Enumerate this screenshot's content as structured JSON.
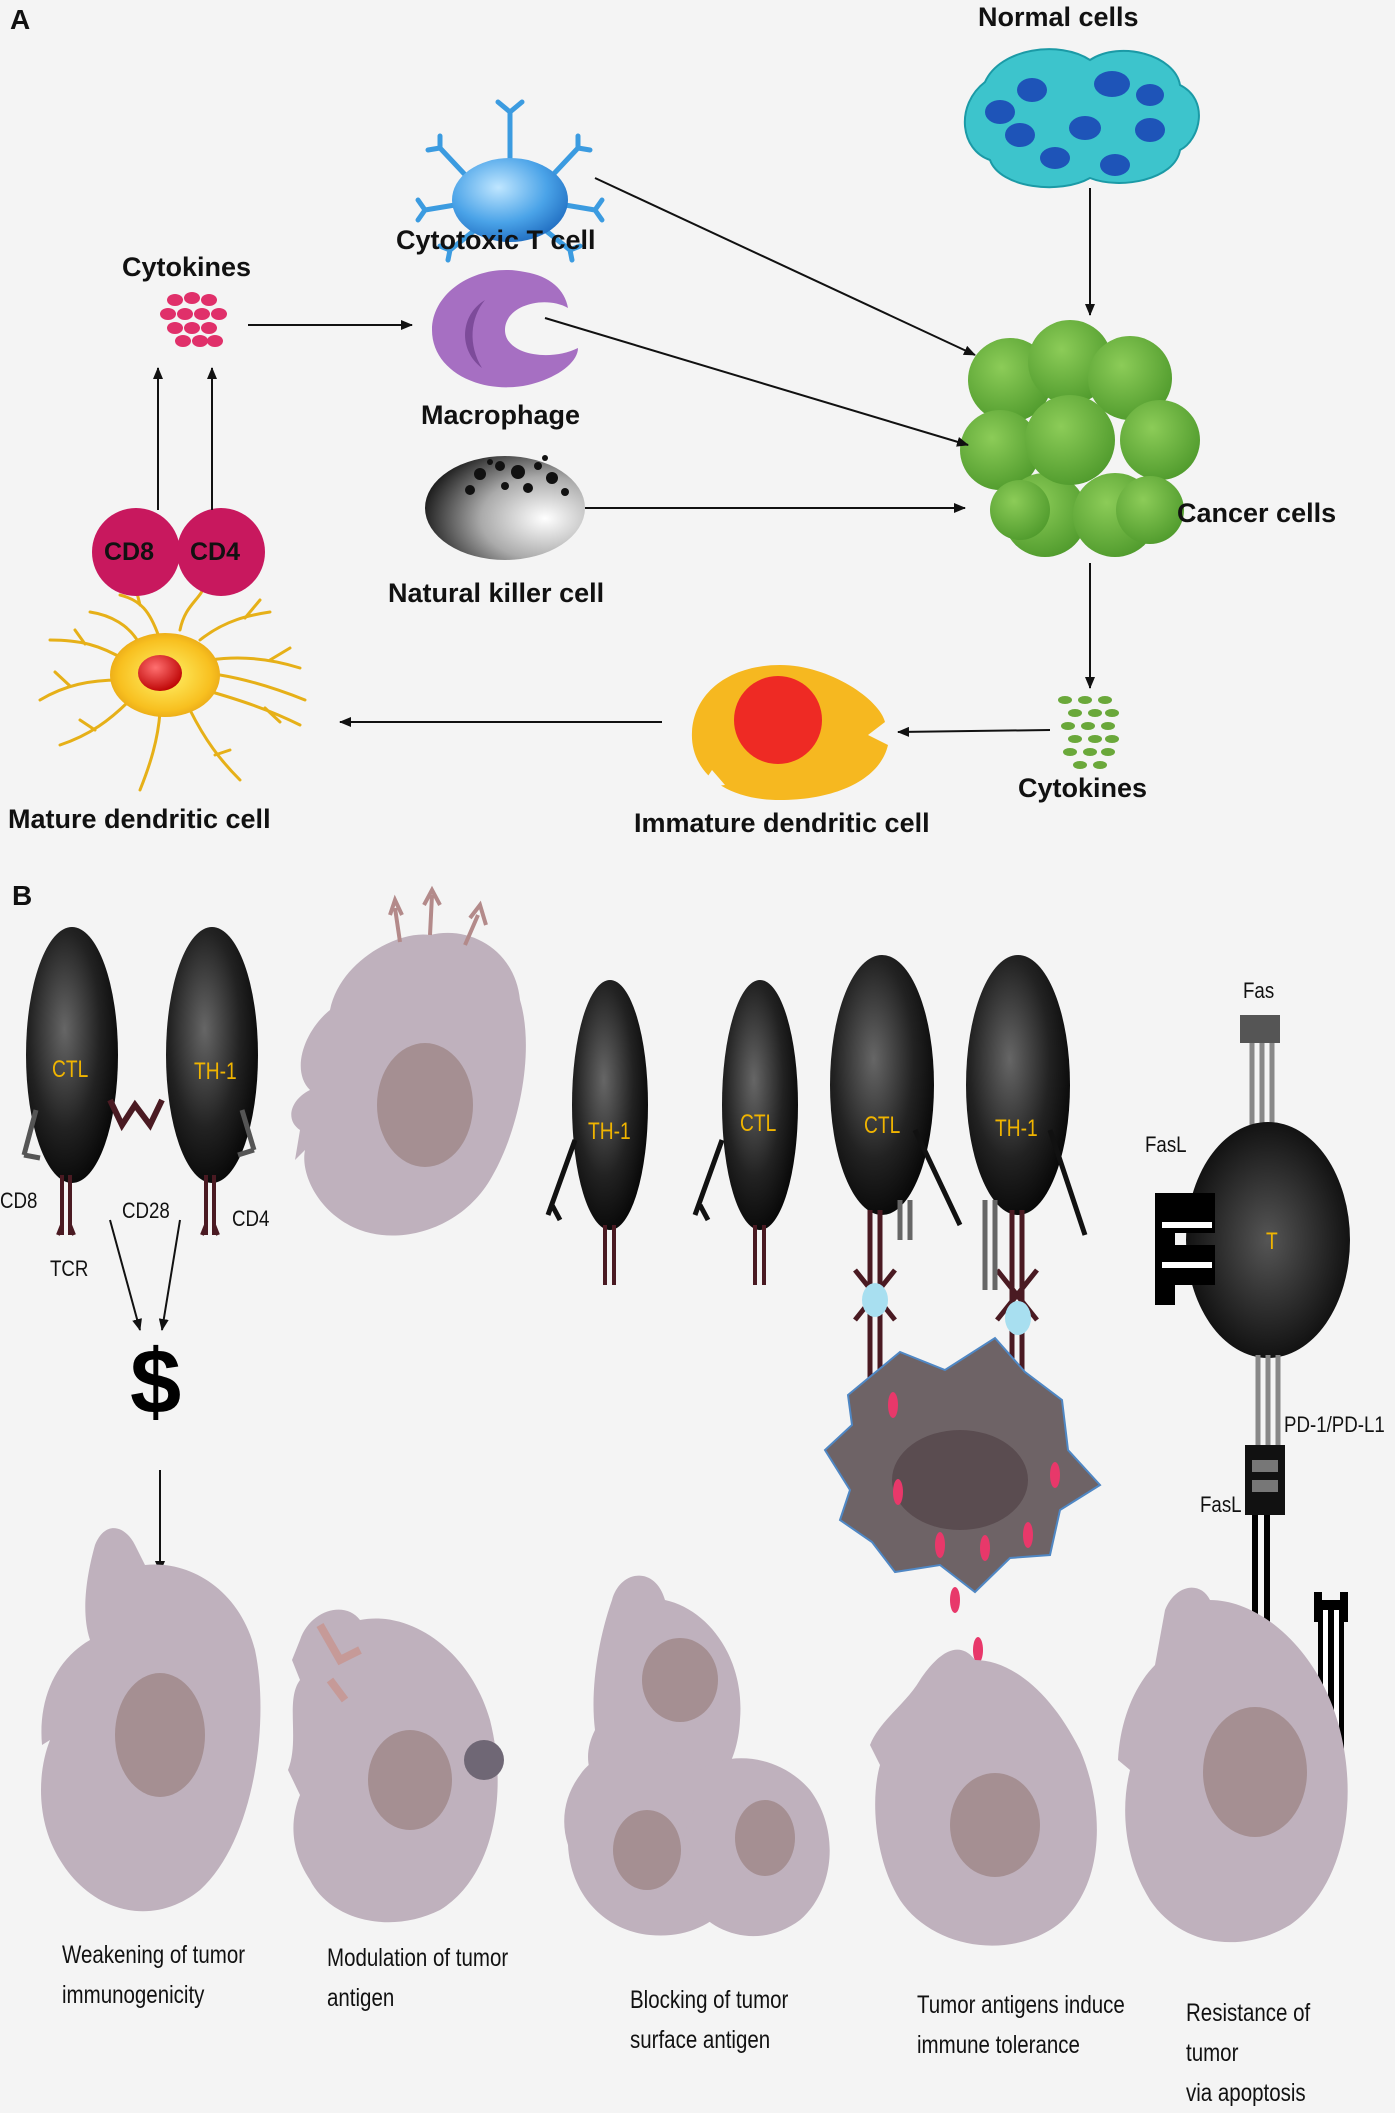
{
  "panels": {
    "a": "A",
    "b": "B"
  },
  "panel_a": {
    "normal_cells": "Normal  cells",
    "cytotoxic_t_cell": "Cytotoxic T cell",
    "macrophage": "Macrophage",
    "natural_killer_cell": "Natural killer cell",
    "cancer_cells": "Cancer cells",
    "cytokines_top": "Cytokines",
    "cytokines_bottom": "Cytokines",
    "cd8": "CD8",
    "cd4": "CD4",
    "mature_dendritic_cell": "Mature dendritic cell",
    "immature_dendritic_cell": "Immature dendritic cell"
  },
  "panel_b": {
    "ctl_1": "CTL",
    "th1_1": "TH-1",
    "cd8": "CD8",
    "cd28": "CD28",
    "cd4": "CD4",
    "tcr": "TCR",
    "dollar": "$",
    "th1_2": "TH-1",
    "ctl_2": "CTL",
    "ctl_3": "CTL",
    "th1_3": "TH-1",
    "fas": "Fas",
    "fasl_1": "FasL",
    "t": "T",
    "pd1_pdl1": "PD-1/PD-L1",
    "fasl_2": "FasL",
    "captions": [
      {
        "line1": "Weakening of tumor",
        "line2": "immunogenicity"
      },
      {
        "line1": "Modulation of tumor",
        "line2": "antigen"
      },
      {
        "line1": "Blocking of tumor",
        "line2": "surface antigen"
      },
      {
        "line1": "Tumor antigens induce",
        "line2": "immune tolerance"
      },
      {
        "line1": "Resistance of tumor",
        "line2": "via apoptosis"
      }
    ]
  },
  "colors": {
    "cancer_green": "#6aaa3a",
    "normal_cyan": "#40c8d0",
    "nucleus_blue": "#1e54b8",
    "cytokine_pink": "#e0306a",
    "cd_magenta": "#c8185e",
    "macrophage_purple": "#a66fc2",
    "tumor_mauve": "#bfb1bd",
    "dc_orange": "#f7b21a",
    "dc_red": "#ee2a24"
  }
}
